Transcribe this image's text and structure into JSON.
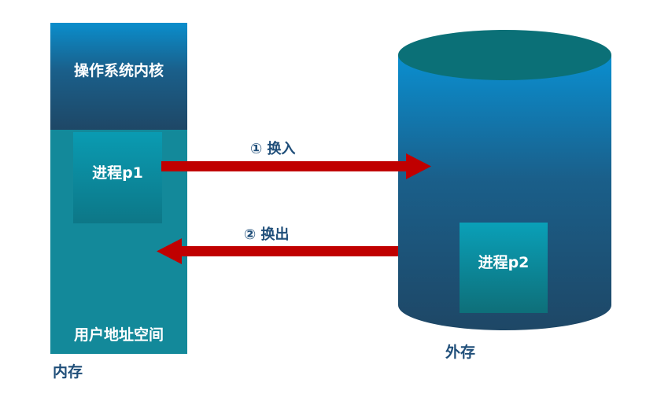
{
  "memory": {
    "kernel_label": "操作系统内核",
    "user_space_label": "用户地址空间",
    "caption": "内存"
  },
  "processes": {
    "p1_label": "进程p1",
    "p2_label": "进程p2"
  },
  "disk": {
    "caption": "外存"
  },
  "arrows": {
    "swap_in_label": "① 换入",
    "swap_out_label": "② 换出"
  },
  "colors": {
    "arrow": "#c00000",
    "caption_text": "#1f4e79",
    "block_teal": "#13899a",
    "cylinder_top": "#0b7077",
    "cylinder_body_top": "#0a8fd0",
    "cylinder_body_bottom": "#1e4766"
  },
  "icons": {
    "swap_in_arrow": "arrow-right",
    "swap_out_arrow": "arrow-left",
    "disk": "cylinder"
  }
}
